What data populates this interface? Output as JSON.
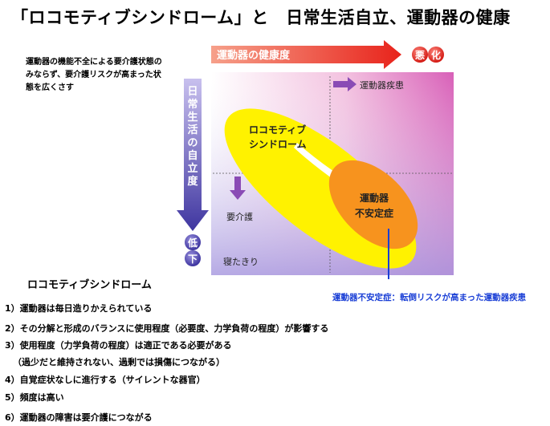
{
  "title": "「ロコモティブシンドローム」と　日常生活自立、運動器の健康",
  "note": "運動器の機能不全による要介護状態のみならず、要介護リスクが高まった状態を広くさす",
  "diagram": {
    "health_arrow_label": "運動器の健康度",
    "worse_1": "悪",
    "worse_2": "化",
    "independence_label": "日常生活の自立度",
    "decline_1": "低",
    "decline_2": "下",
    "disease_label": "運動器疾患",
    "care_label": "要介護",
    "bedridden_label": "寝たきり",
    "locomo_line1": "ロコモティブ",
    "locomo_line2": "シンドローム",
    "unstable_line1": "運動器",
    "unstable_line2": "不安定症"
  },
  "caption": "運動器不安定症：転倒リスクが高まった運動器疾患",
  "list": {
    "title": "ロコモティブシンドローム",
    "items": [
      "1）運動器は毎日造りかえられている",
      "2）その分解と形成のバランスに使用程度（必要度、力学負荷の程度）が影響する",
      "3）使用程度（力学負荷の程度）は適正である必要がある",
      "（過少だと維持されない、過剰では損傷につながる）",
      "4）自覚症状なしに進行する（サイレントな器官）",
      "5）頻度は高い",
      "6）運動器の障害は要介護につながる"
    ]
  },
  "colors": {
    "red_arrow": "#e8231b",
    "blue_arrow": "#5a4fb8",
    "yellow": "#fff200",
    "orange": "#f7931e",
    "pink": "#e97fc4",
    "lavender": "#b8aee6",
    "caption_blue": "#1a3fd6"
  }
}
